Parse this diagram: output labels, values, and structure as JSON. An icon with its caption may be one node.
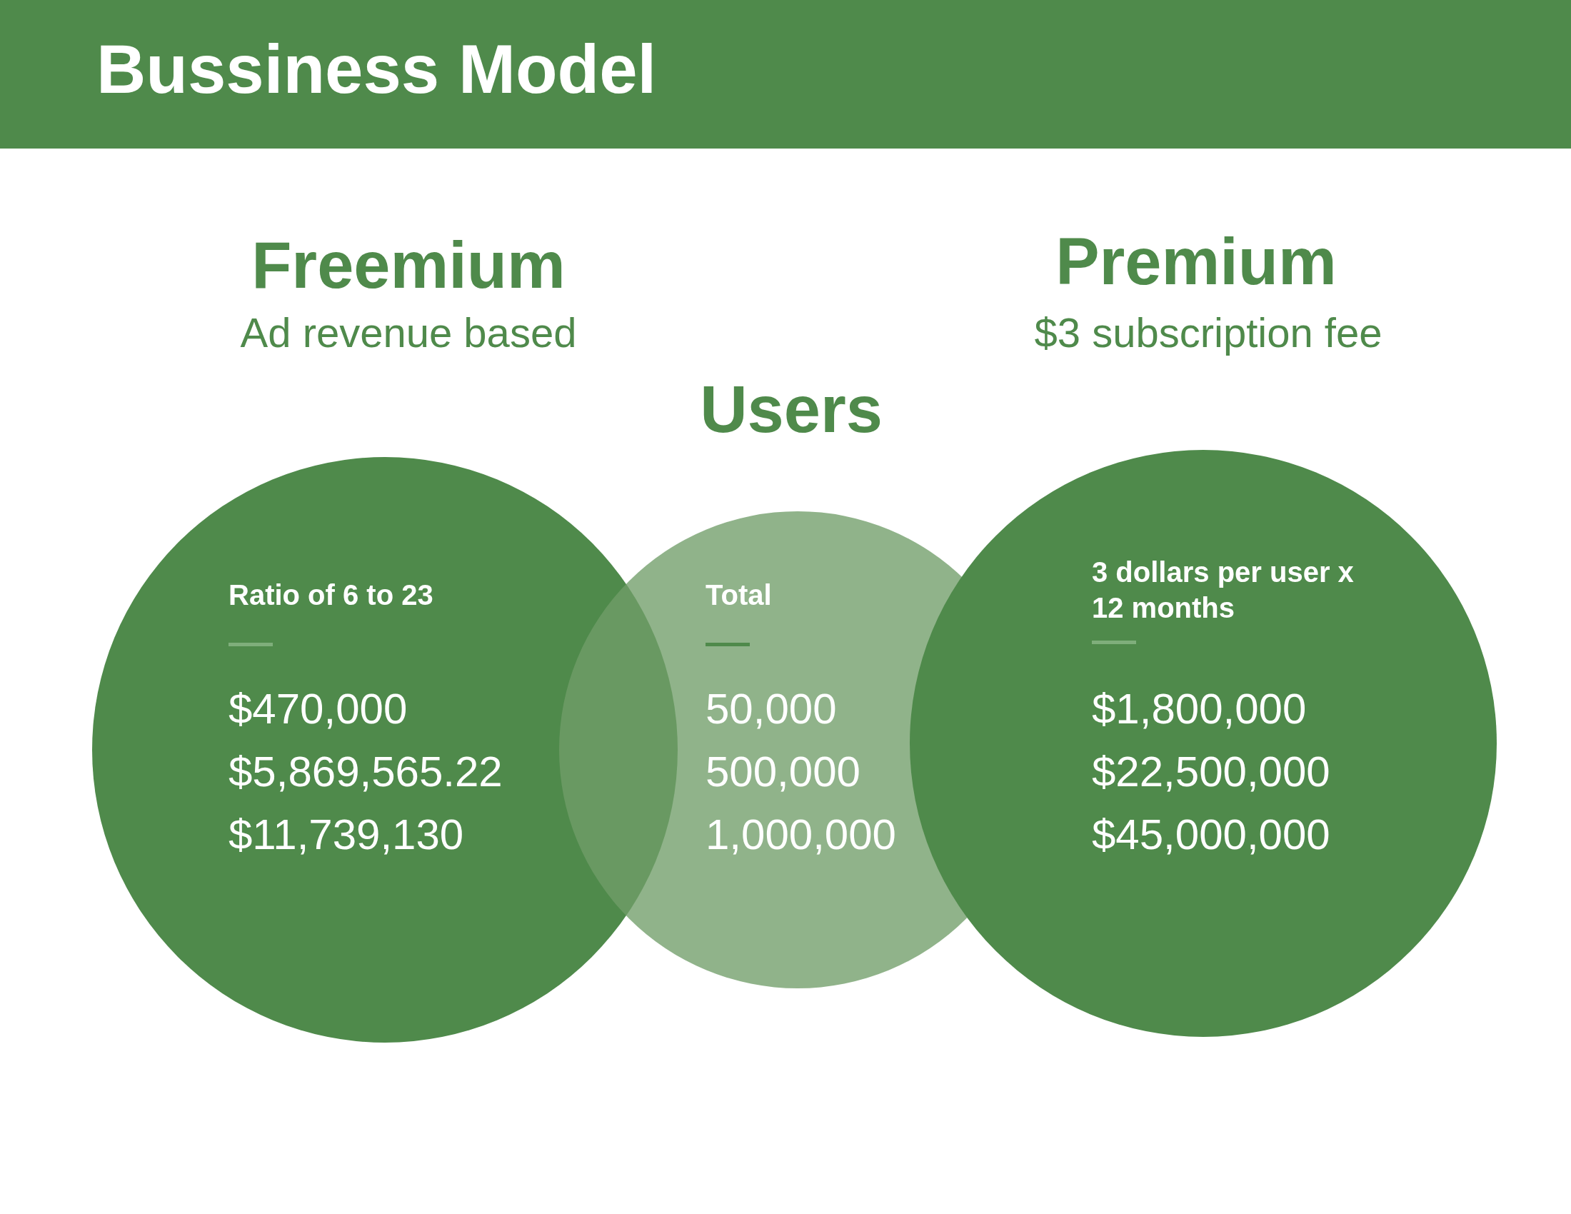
{
  "diagram": {
    "title": "Bussiness Model",
    "nodes": [
      {
        "text": [
          "Freemium",
          "Ad revenue based",
          "Ratio of 6 to 23",
          "$470,000",
          "$5,869,565.22",
          "$11,739,130"
        ]
      },
      {
        "text": [
          "Users",
          "Total",
          "50,000",
          "500,000",
          "1,000,000"
        ]
      },
      {
        "text": [
          "Premium",
          "$3 subscription fee",
          "3 dollars per user x 12 months",
          "$1,800,000",
          "$22,500,000",
          "$45,000,000"
        ]
      }
    ],
    "edges": []
  }
}
